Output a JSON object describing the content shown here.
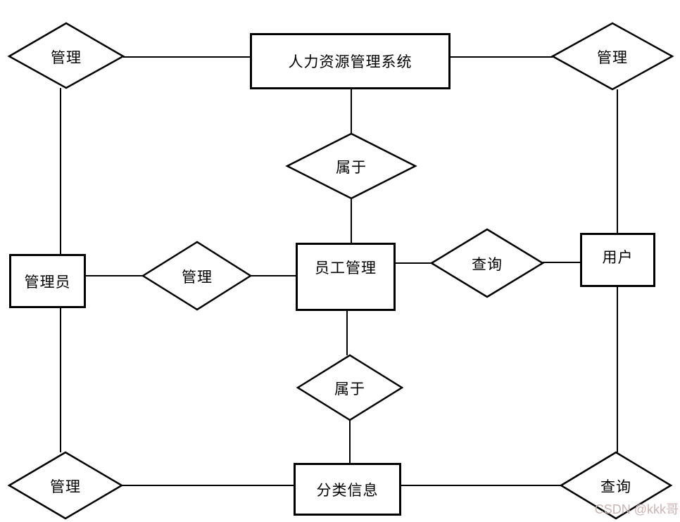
{
  "diagram": {
    "entities": [
      {
        "id": "hr-system",
        "label": "人力资源管理系统"
      },
      {
        "id": "admin",
        "label": "管理员"
      },
      {
        "id": "employee-mgmt",
        "label": "员工管理"
      },
      {
        "id": "user",
        "label": "用户"
      },
      {
        "id": "category-info",
        "label": "分类信息"
      }
    ],
    "relations": [
      {
        "id": "manage-top-left",
        "label": "管理"
      },
      {
        "id": "manage-top-right",
        "label": "管理"
      },
      {
        "id": "belongs-upper",
        "label": "属于"
      },
      {
        "id": "manage-left",
        "label": "管理"
      },
      {
        "id": "query-right",
        "label": "查询"
      },
      {
        "id": "belongs-lower",
        "label": "属于"
      },
      {
        "id": "manage-bottom-left",
        "label": "管理"
      },
      {
        "id": "query-bottom-right",
        "label": "查询"
      }
    ],
    "watermark": "CSDN @kkk哥",
    "colors": {
      "stroke": "#000000",
      "background": "#ffffff",
      "watermark_text": "#ccb4b4"
    }
  }
}
